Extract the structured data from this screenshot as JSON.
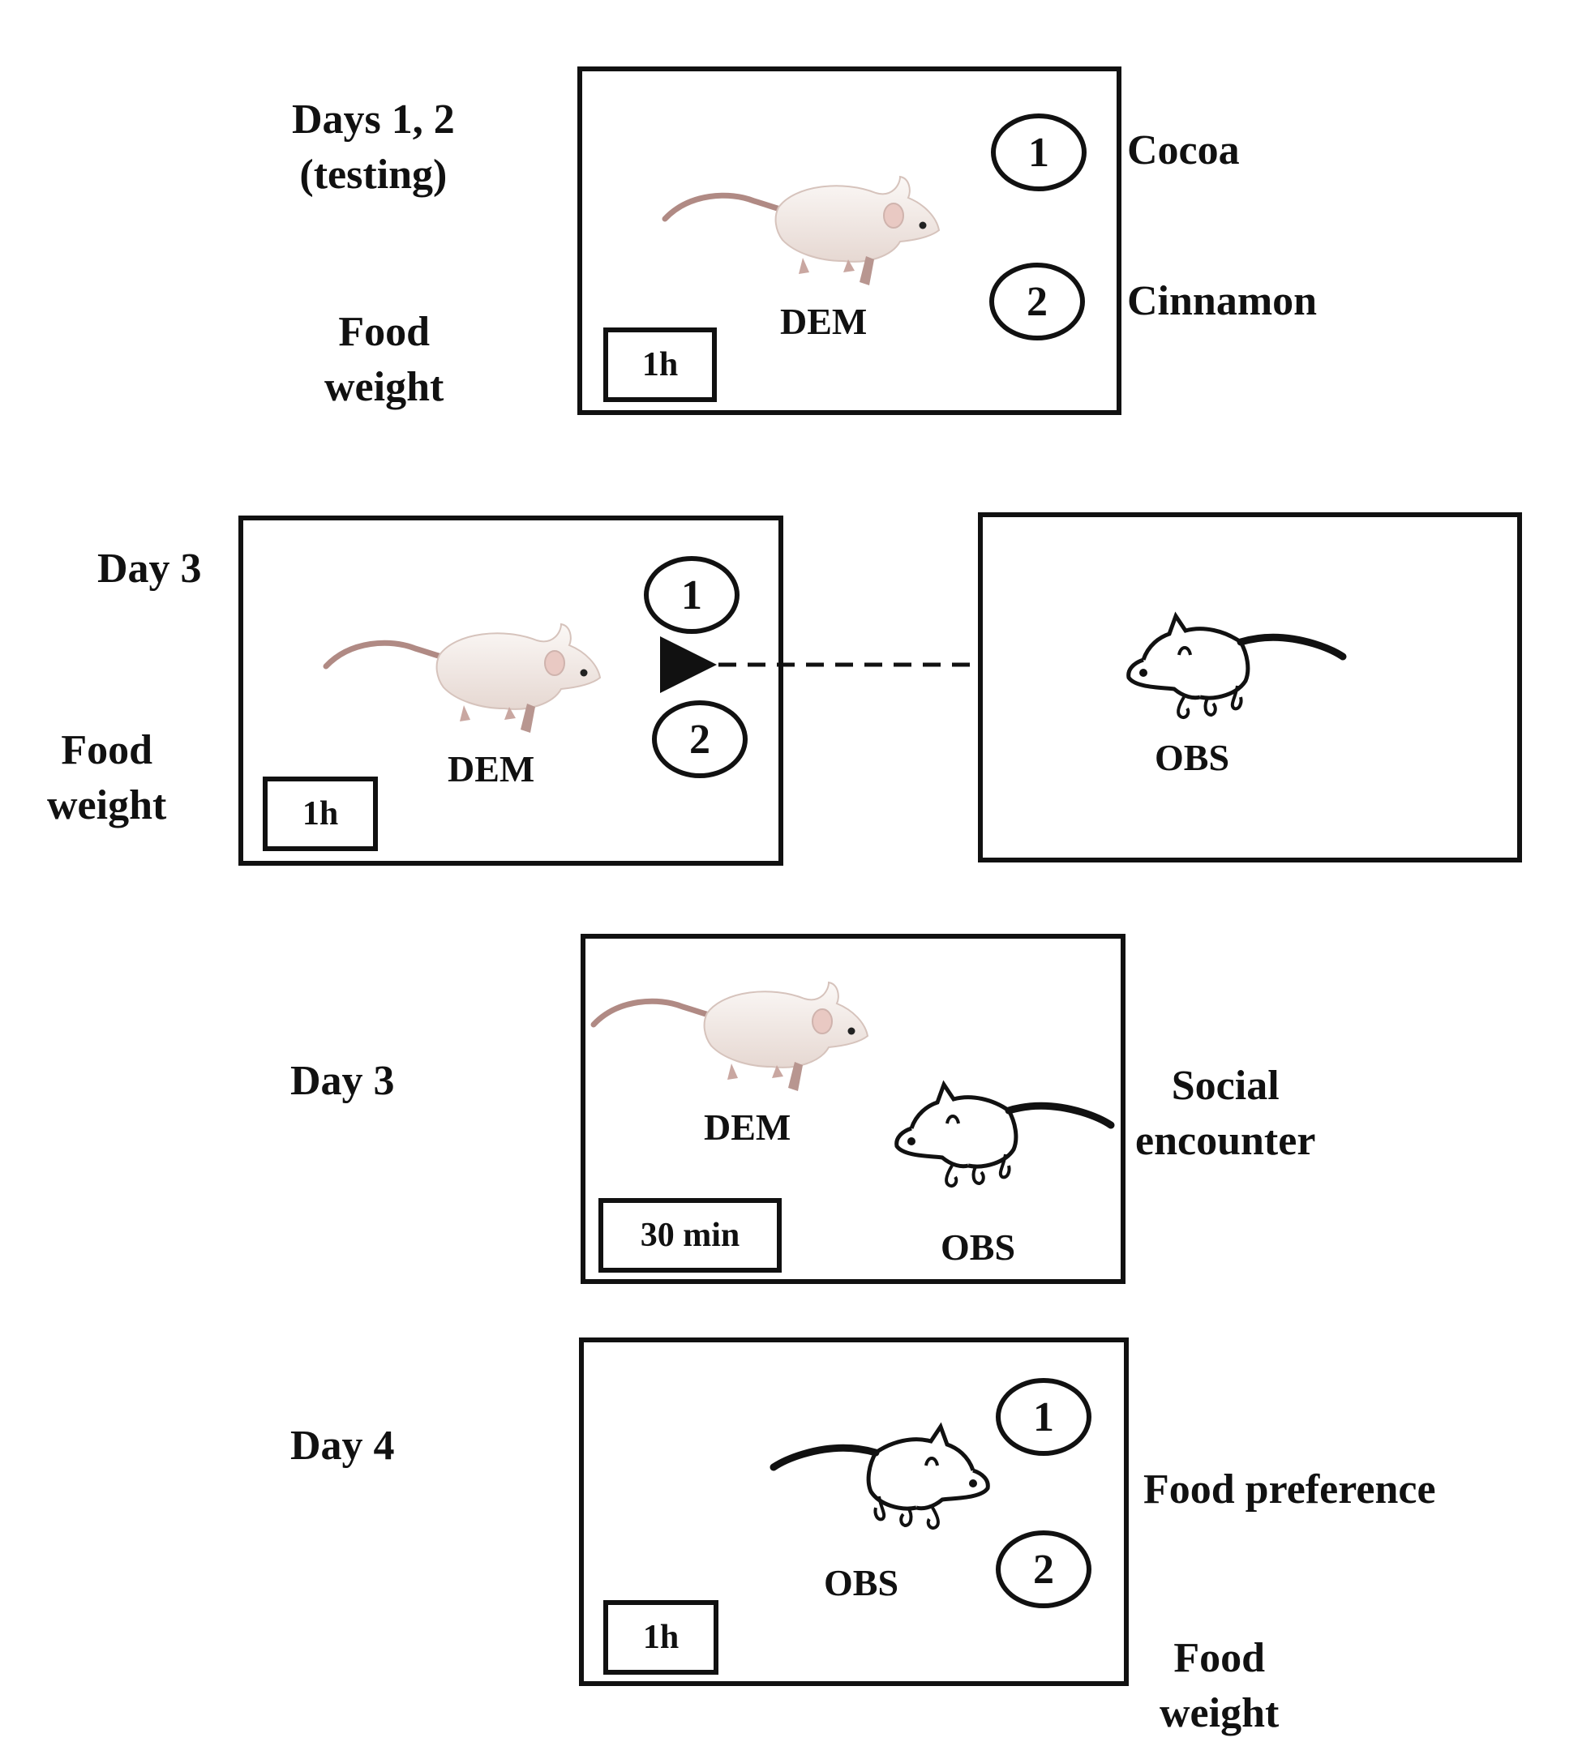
{
  "colors": {
    "outline": "#111111",
    "mouse_fill": "#f4efec",
    "mouse_shade": "#e3d5cf",
    "tail": "#b08a84",
    "ear_inner": "#e9c9c3"
  },
  "panels": {
    "p1": {
      "day_label": [
        "Days 1, 2",
        "(testing)"
      ],
      "side_label": [
        "Food",
        "weight"
      ],
      "mouse_label": "DEM",
      "timer": "1h",
      "bowls": [
        "1",
        "2"
      ],
      "foods": [
        "Cocoa",
        "Cinnamon"
      ],
      "icons": [
        "demonstrator-mouse-icon"
      ]
    },
    "p2": {
      "day_label": "Day 3",
      "side_label": [
        "Food",
        "weight"
      ],
      "mouse_label": "DEM",
      "timer": "1h",
      "bowls": [
        "1",
        "2"
      ],
      "obs_label": "OBS",
      "icons": [
        "demonstrator-mouse-icon",
        "observer-mouse-icon",
        "dashed-arrow-icon"
      ]
    },
    "p3": {
      "day_label": "Day 3",
      "dem_label": "DEM",
      "obs_label": "OBS",
      "timer": "30 min",
      "side_label": [
        "Social",
        "encounter"
      ],
      "icons": [
        "demonstrator-mouse-icon",
        "observer-mouse-icon"
      ]
    },
    "p4": {
      "day_label": "Day 4",
      "mouse_label": "OBS",
      "timer": "1h",
      "bowls": [
        "1",
        "2"
      ],
      "side_label": "Food preference",
      "bottom_label": [
        "Food",
        "weight"
      ],
      "icons": [
        "observer-mouse-icon"
      ]
    }
  }
}
